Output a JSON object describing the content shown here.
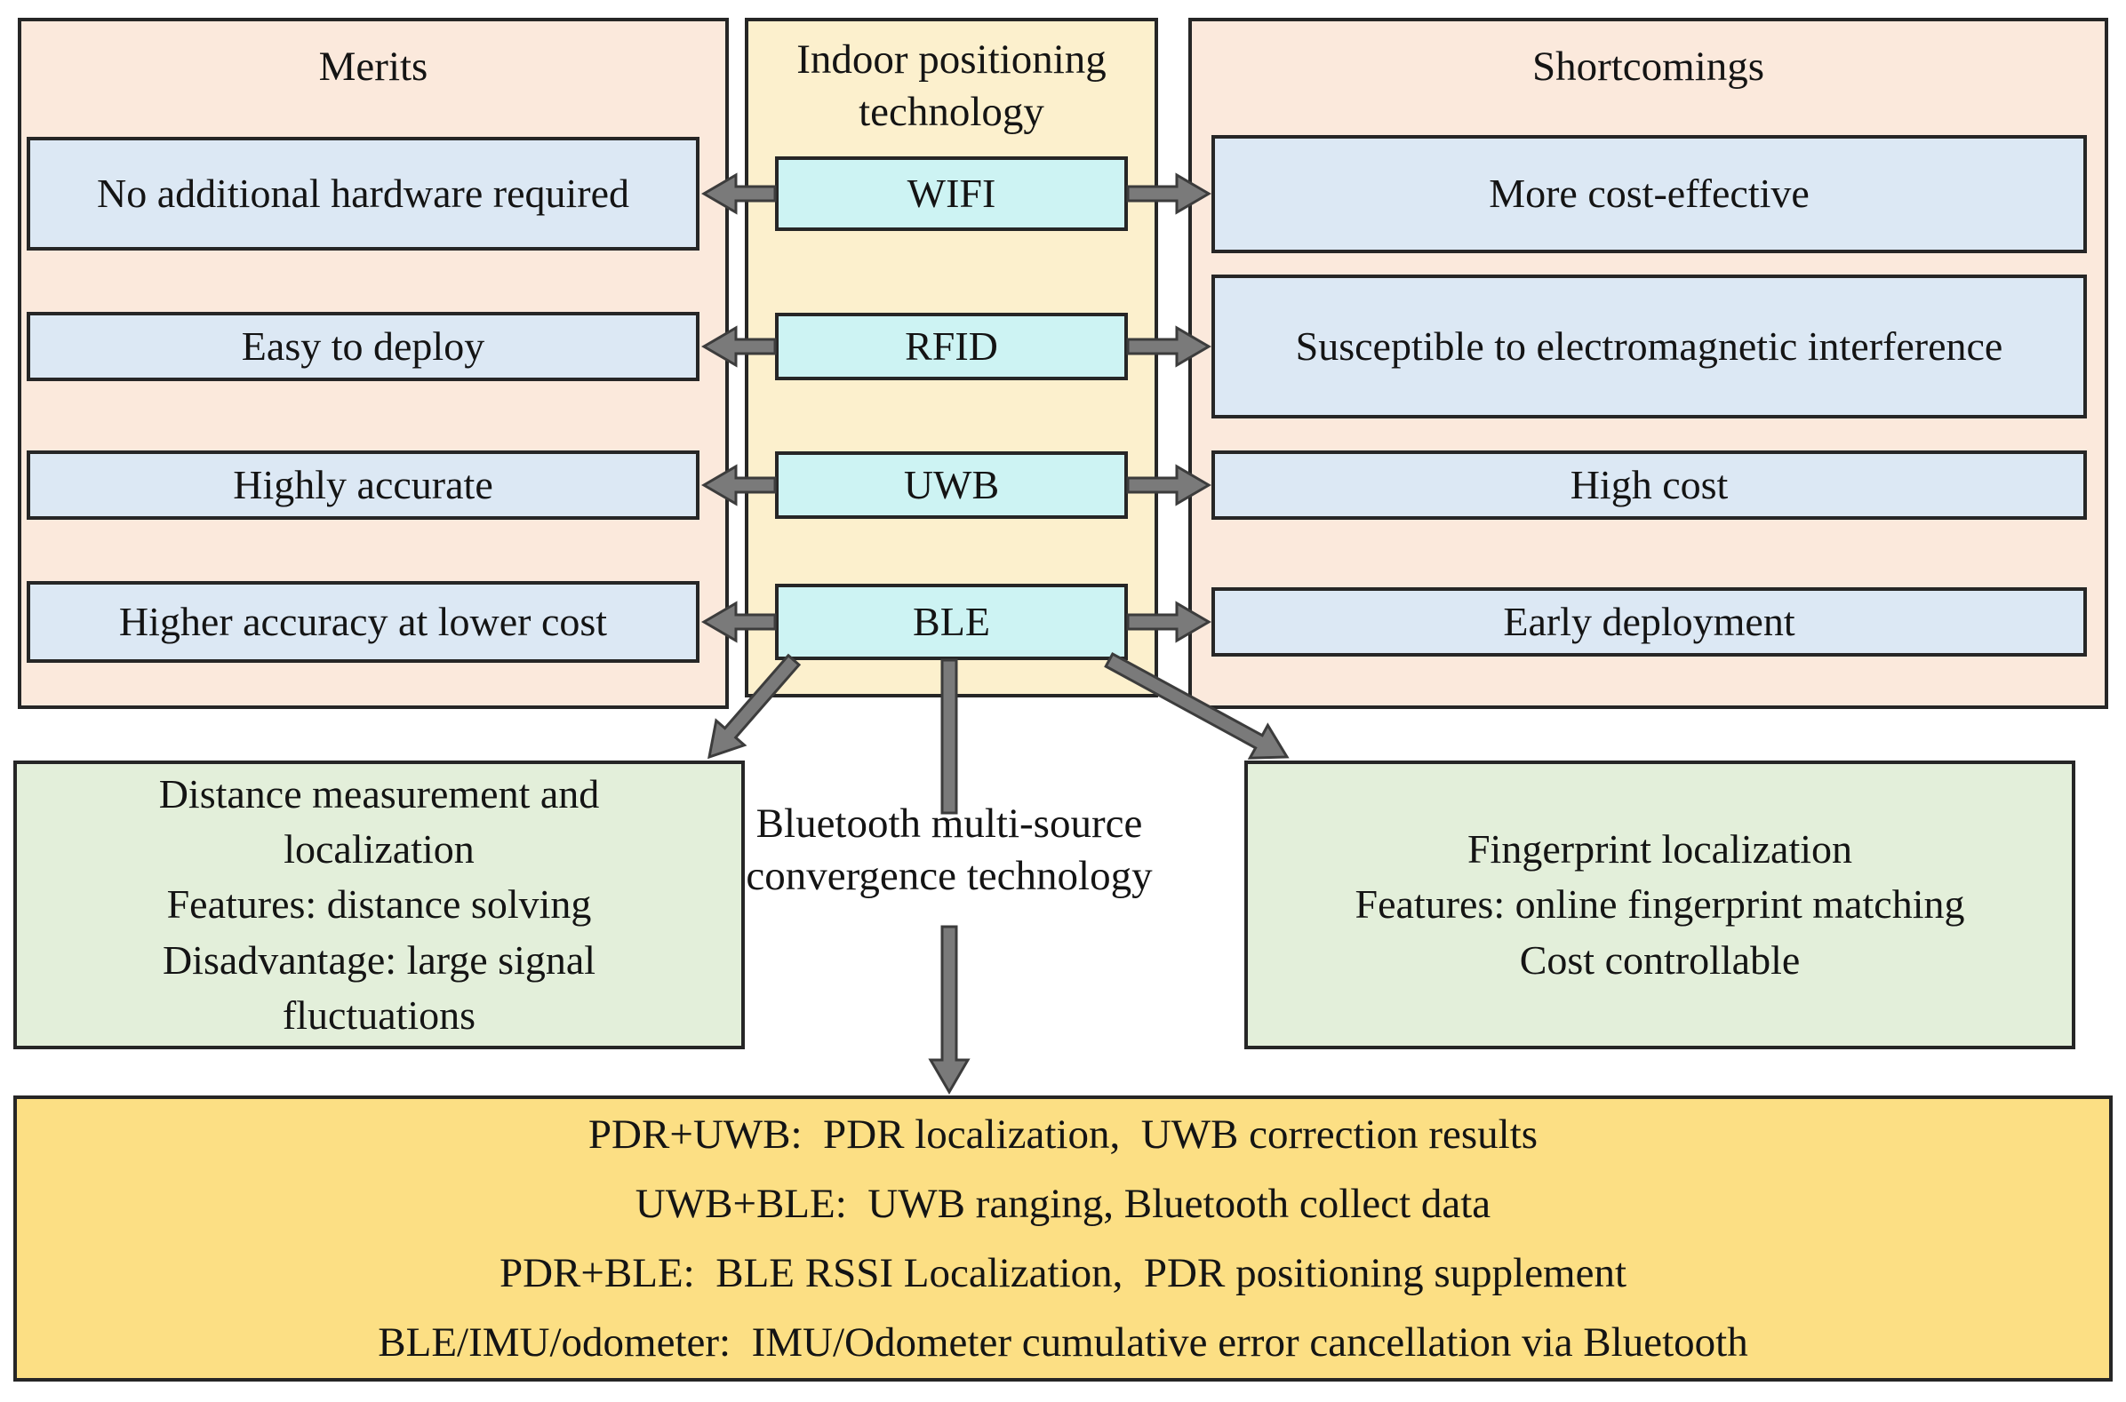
{
  "merits_panel": {
    "title": "Merits",
    "items": [
      "No additional hardware required",
      "Easy to deploy",
      "Highly accurate",
      "Higher accuracy at lower cost"
    ]
  },
  "tech_panel": {
    "title": "Indoor positioning technology",
    "items": [
      "WIFI",
      "RFID",
      "UWB",
      "BLE"
    ]
  },
  "shortcomings_panel": {
    "title": "Shortcomings",
    "items": [
      "More cost-effective",
      "Susceptible to electromagnetic interference",
      "High cost",
      "Early deployment"
    ]
  },
  "ble_ranging_branch": {
    "lines": [
      "Distance measurement and localization",
      "Features: distance solving",
      "Disadvantage: large signal fluctuations"
    ]
  },
  "ble_center_branch": {
    "label": "Bluetooth multi-source convergence technology"
  },
  "ble_fingerprint_branch": {
    "lines": [
      "Fingerprint localization",
      "Features: online fingerprint matching",
      "Cost controllable"
    ]
  },
  "fusion_box": {
    "lines": [
      "PDR+UWB:  PDR localization,  UWB correction results",
      "UWB+BLE:  UWB ranging, Bluetooth collect data",
      "PDR+BLE:  BLE RSSI Localization,  PDR positioning supplement",
      "BLE/IMU/odometer:  IMU/Odometer cumulative error cancellation via Bluetooth"
    ]
  },
  "colors": {
    "peach_panel": "#fbe9dc",
    "yellow_panel": "#fcf0cd",
    "blue_box": "#dce8f4",
    "cyan_box": "#cdf3f3",
    "green_box": "#e3efda",
    "gold_box": "#fcdf84",
    "border": "#262626",
    "arrow_fill": "#7a7a7a",
    "arrow_outline": "#3c3c3c"
  }
}
